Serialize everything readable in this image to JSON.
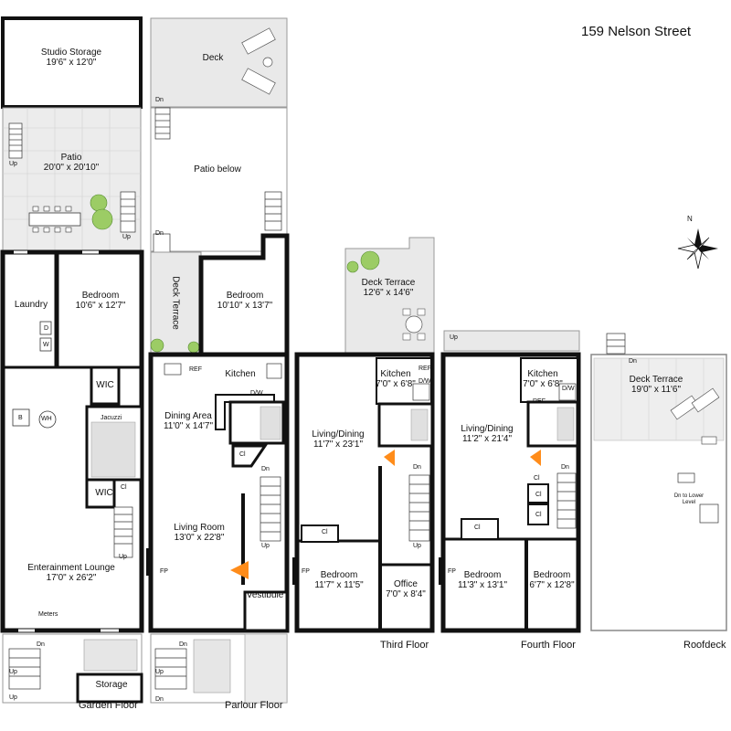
{
  "title": "159 Nelson Street",
  "floors": {
    "garden": "Garden Floor",
    "parlour": "Parlour Floor",
    "third": "Third Floor",
    "fourth": "Fourth Floor",
    "roof": "Roofdeck"
  },
  "garden": {
    "studio_storage": {
      "name": "Studio Storage",
      "dim": "19'6\" x 12'0\""
    },
    "patio": {
      "name": "Patio",
      "dim": "20'0\" x 20'10\""
    },
    "laundry": "Laundry",
    "bedroom": {
      "name": "Bedroom",
      "dim": "10'6\" x 12'7\""
    },
    "wic_top": "WIC",
    "wic_bottom": "WIC",
    "jacuzzi": "Jacuzzi",
    "cl": "Cl",
    "lounge": {
      "name": "Enterainment Lounge",
      "dim": "17'0\" x 26'2\""
    },
    "meters": "Meters",
    "storage": "Storage",
    "d": "D",
    "w": "W",
    "b": "B",
    "wh": "WH"
  },
  "parlour": {
    "deck": "Deck",
    "patio_below": "Patio below",
    "deck_terrace": "Deck Terrace",
    "bedroom": {
      "name": "Bedroom",
      "dim": "10'10\" x 13'7\""
    },
    "kitchen": "Kitchen",
    "ref": "REF",
    "dw": "D/W",
    "dining": {
      "name": "Dining Area",
      "dim": "11'0\" x 14'7\""
    },
    "cl": "Cl",
    "living": {
      "name": "Living Room",
      "dim": "13'0\" x 22'8\""
    },
    "fp": "FP",
    "vestibule": "Vestibule"
  },
  "third": {
    "deck_terrace": {
      "name": "Deck Terrace",
      "dim": "12'6\" x 14'6\""
    },
    "kitchen": {
      "name": "Kitchen",
      "dim": "7'0\" x 6'8\""
    },
    "ref": "REF",
    "dw": "D/W",
    "living": {
      "name": "Living/Dining",
      "dim": "11'7\" x 23'1\""
    },
    "cl": "Cl",
    "bedroom": {
      "name": "Bedroom",
      "dim": "11'7\" x 11'5\""
    },
    "office": {
      "name": "Office",
      "dim": "7'0\" x 8'4\""
    },
    "fp": "FP"
  },
  "fourth": {
    "kitchen": {
      "name": "Kitchen",
      "dim": "7'0\" x 6'8\""
    },
    "ref": "REF",
    "dw": "D/W",
    "living": {
      "name": "Living/Dining",
      "dim": "11'2\" x 21'4\""
    },
    "cl1": "Cl",
    "cl2": "Cl",
    "cl3": "Cl",
    "bed1": {
      "name": "Bedroom",
      "dim": "11'3\" x 13'1\""
    },
    "bed2": {
      "name": "Bedroom",
      "dim": "6'7\" x 12'8\""
    },
    "fp": "FP"
  },
  "roof": {
    "deck_terrace": {
      "name": "Deck Terrace",
      "dim": "19'0\" x 11'6\""
    },
    "dn_to_lower": "Dn to Lower Level"
  },
  "marks": {
    "up": "Up",
    "dn": "Dn"
  },
  "compass": {
    "north": "N"
  },
  "colors": {
    "wall": "#111111",
    "outdoor": "#e9e9e9",
    "outline": "#888888",
    "stairs": "#ff8c1a",
    "plant": "#9ccc65"
  }
}
